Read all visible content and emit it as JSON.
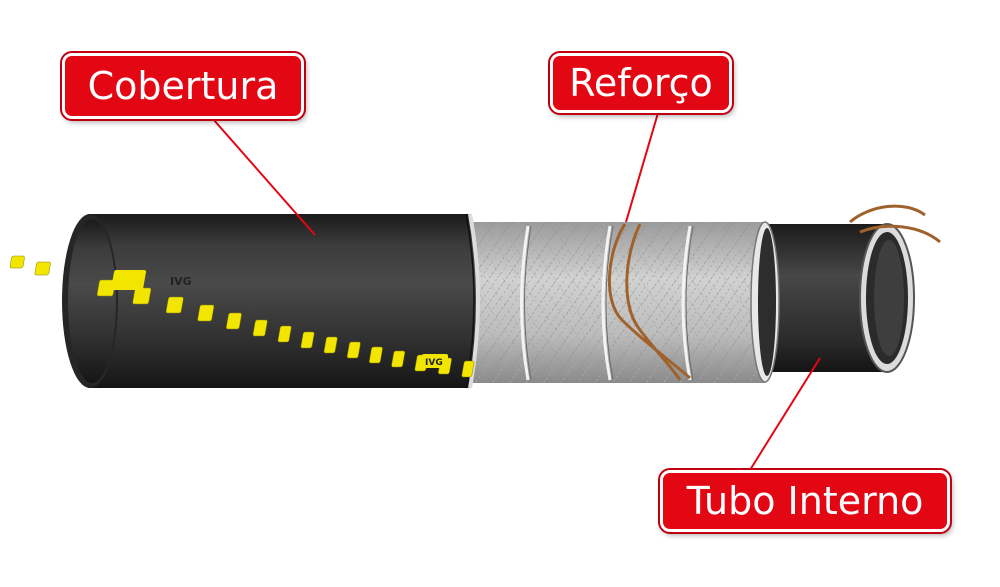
{
  "labels": {
    "cover": "Cobertura",
    "reinforcement": "Reforço",
    "inner_tube": "Tubo Interno"
  },
  "cover_marking": "IVG",
  "colors": {
    "label_bg": "#e30613",
    "label_text": "#ffffff",
    "leader_line": "#e30613",
    "cover": "#2b2b2b",
    "stripe": "#f2e600",
    "reinforcement": "#bfbfbf",
    "helix_wire": "#a0622d"
  }
}
